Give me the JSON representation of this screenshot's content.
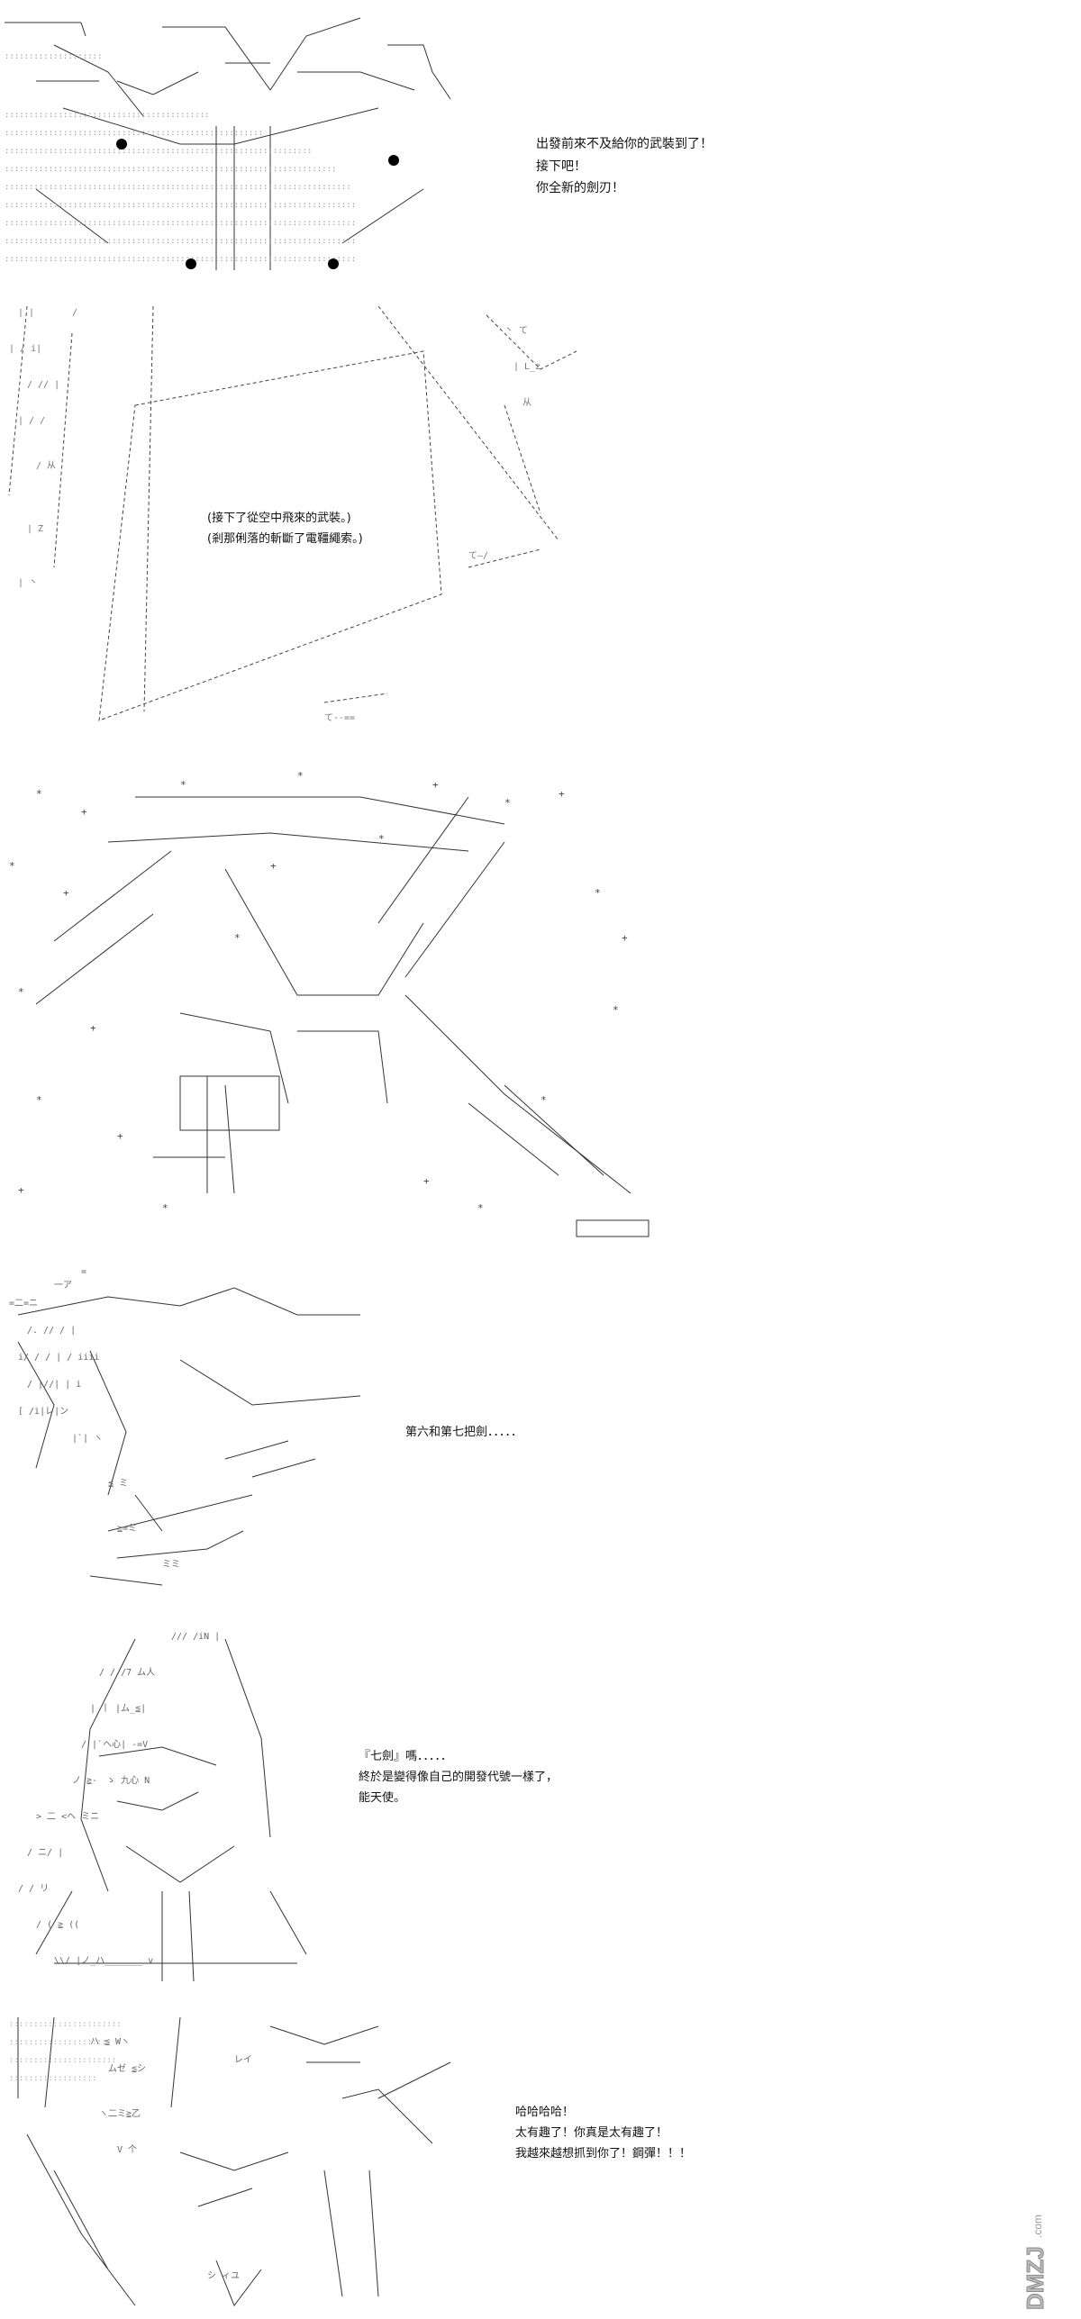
{
  "panels": [
    {
      "lines": [
        "出發前來不及給你的武裝到了！",
        "接下吧！",
        "你全新的劍刃！"
      ]
    },
    {
      "lines": [
        "(接下了從空中飛來的武裝。)",
        "(剎那俐落的斬斷了電韁繩索。)"
      ]
    },
    {
      "lines": []
    },
    {
      "lines": [
        "第六和第七把劍．．．．．"
      ]
    },
    {
      "lines": [
        "『七劍』嗎．．．．．",
        "終於是變得像自己的開發代號一樣了，",
        "能天使。"
      ]
    },
    {
      "lines": [
        "哈哈哈哈！",
        "太有趣了！你真是太有趣了！",
        "我越來越想抓到你了！鋼彈！！！"
      ]
    }
  ],
  "watermark": {
    "text": "DMZJ.com"
  }
}
